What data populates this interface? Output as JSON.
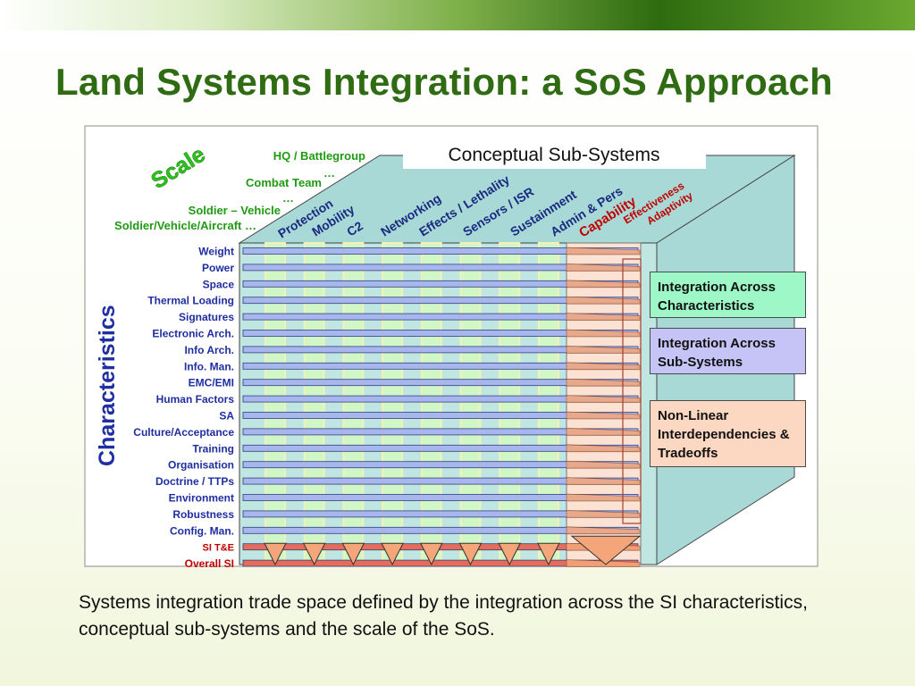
{
  "title": "Land Systems Integration: a SoS Approach",
  "conceptual_label": "Conceptual Sub-Systems",
  "scale_label": "Scale",
  "scale_levels": [
    "HQ / Battlegroup",
    "Combat Team",
    "Soldier – Vehicle",
    "Soldier/Vehicle/Aircraft …"
  ],
  "ellipsis": "…",
  "characteristics_label": "Characteristics",
  "characteristics": [
    "Weight",
    "Power",
    "Space",
    "Thermal Loading",
    "Signatures",
    "Electronic Arch.",
    "Info Arch.",
    "Info. Man.",
    "EMC/EMI",
    "Human Factors",
    "SA",
    "Culture/Acceptance",
    "Training",
    "Organisation",
    "Doctrine / TTPs",
    "Environment",
    "Robustness",
    "Config. Man."
  ],
  "special_rows": [
    "SI T&E",
    "Overall SI"
  ],
  "subsystems": [
    "Protection",
    "Mobility",
    "C2",
    "Networking",
    "Effects / Lethality",
    "Sensors / ISR",
    "Sustainment",
    "Admin & Pers"
  ],
  "capability_labels": [
    "Capability",
    "Effectiveness",
    "Adaptivity"
  ],
  "legend": {
    "characteristics": "Integration Across Characteristics",
    "subsystems": "Integration Across Sub-Systems",
    "nonlinear": "Non-Linear Interdependencies & Tradeoffs"
  },
  "caption": "Systems integration trade space defined by the integration across the SI characteristics, conceptual sub-systems and the scale of the SoS.",
  "colors": {
    "title_green": "#2f6b12",
    "label_blue": "#1f2ea0",
    "label_red": "#c00000",
    "scale_green": "#2fc21f",
    "cube_fill": "#a9d9d6",
    "bar_fill": "#a8b6ee",
    "column_fill": "#d2f7c6",
    "column_edge": "#f1f3b6",
    "peach": "#f4a67a"
  }
}
